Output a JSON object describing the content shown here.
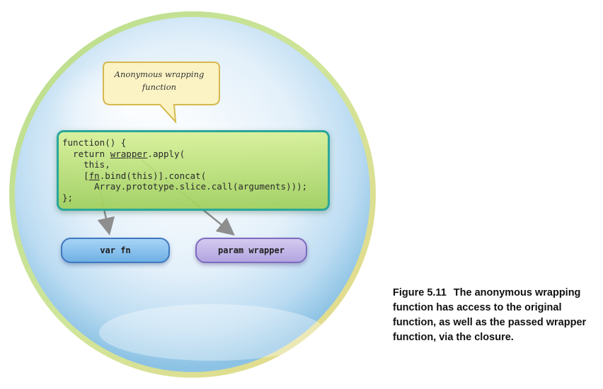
{
  "bubble": {
    "line1": "Anonymous wrapping",
    "line2": "function"
  },
  "code": {
    "line1": "function() {",
    "line2_pre": "  return ",
    "line2_under": "wrapper",
    "line2_post": ".apply(",
    "line3": "    this,",
    "line4_pre": "    [",
    "line4_under": "fn",
    "line4_post": ".bind(this)].concat(",
    "line5": "      Array.prototype.slice.call(arguments)));",
    "line6": "};"
  },
  "boxes": {
    "fn_label": "var fn",
    "wrapper_label": "param wrapper"
  },
  "caption": {
    "figure": "Figure 5.11",
    "text": "The anonymous wrapping function has access to the original function, as well as the passed wrapper function, via the closure."
  },
  "colors": {
    "sphere_edge": "#b8dc8a",
    "code_box_border": "#2aa79b",
    "fn_box": "#6fb0e4",
    "wrapper_box": "#b2a5e0",
    "bubble_fill": "#fbf3c4"
  }
}
